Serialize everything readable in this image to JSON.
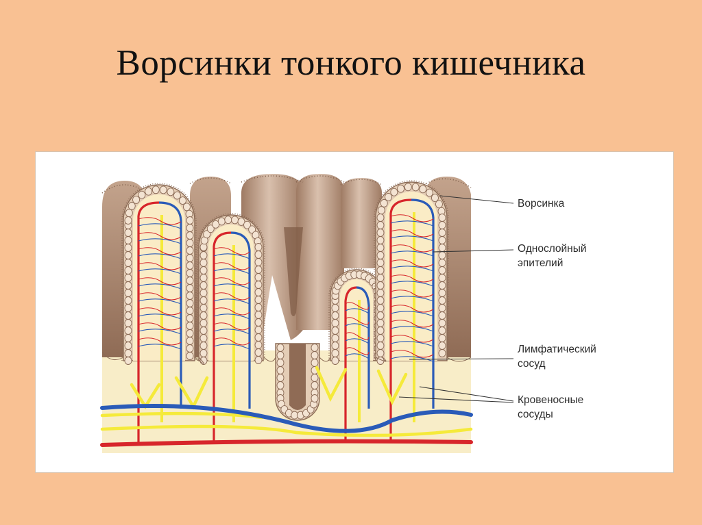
{
  "slide": {
    "title": "Ворсинки тонкого кишечника"
  },
  "diagram": {
    "labels": {
      "villus": "Ворсинка",
      "epithelium_line1": "Однослойный",
      "epithelium_line2": "эпителий",
      "lymph_line1": "Лимфатический",
      "lymph_line2": "сосуд",
      "blood_line1": "Кровеносные",
      "blood_line2": "сосуды"
    },
    "colors": {
      "background": "#f9c193",
      "tissue": "#b08d75",
      "villus_interior": "#faecc6",
      "artery": "#d7262b",
      "vein": "#2a5bb8",
      "lymph": "#f5ea3a",
      "cells": "#e4cdb6"
    }
  }
}
